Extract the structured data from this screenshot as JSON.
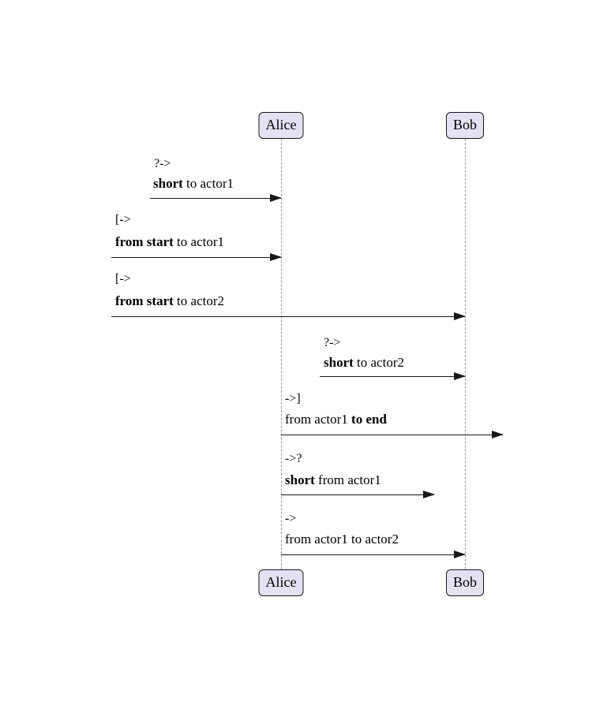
{
  "diagram": {
    "type": "sequence-diagram",
    "actors": [
      "Alice",
      "Bob"
    ],
    "messages": [
      {
        "op": "?->",
        "pre": "",
        "bold": "short",
        "post": " to actor1"
      },
      {
        "op": "[->",
        "pre": "",
        "bold": "from start",
        "post": " to actor1"
      },
      {
        "op": "[->",
        "pre": "",
        "bold": "from start",
        "post": " to actor2"
      },
      {
        "op": "?->",
        "pre": "",
        "bold": "short",
        "post": " to actor2"
      },
      {
        "op": "->]",
        "pre": "from actor1 ",
        "bold": "to end",
        "post": ""
      },
      {
        "op": "->?",
        "pre": "",
        "bold": "short",
        "post": " from actor1"
      },
      {
        "op": "->",
        "pre": "from actor1 to actor2",
        "bold": "",
        "post": ""
      }
    ]
  },
  "colors": {
    "background": "#FFFFFF",
    "actor_box_fill": "#E2E2F2",
    "actor_box_border": "#181818",
    "lifeline": "#999999",
    "arrow": "#181818",
    "text": "#000000"
  }
}
